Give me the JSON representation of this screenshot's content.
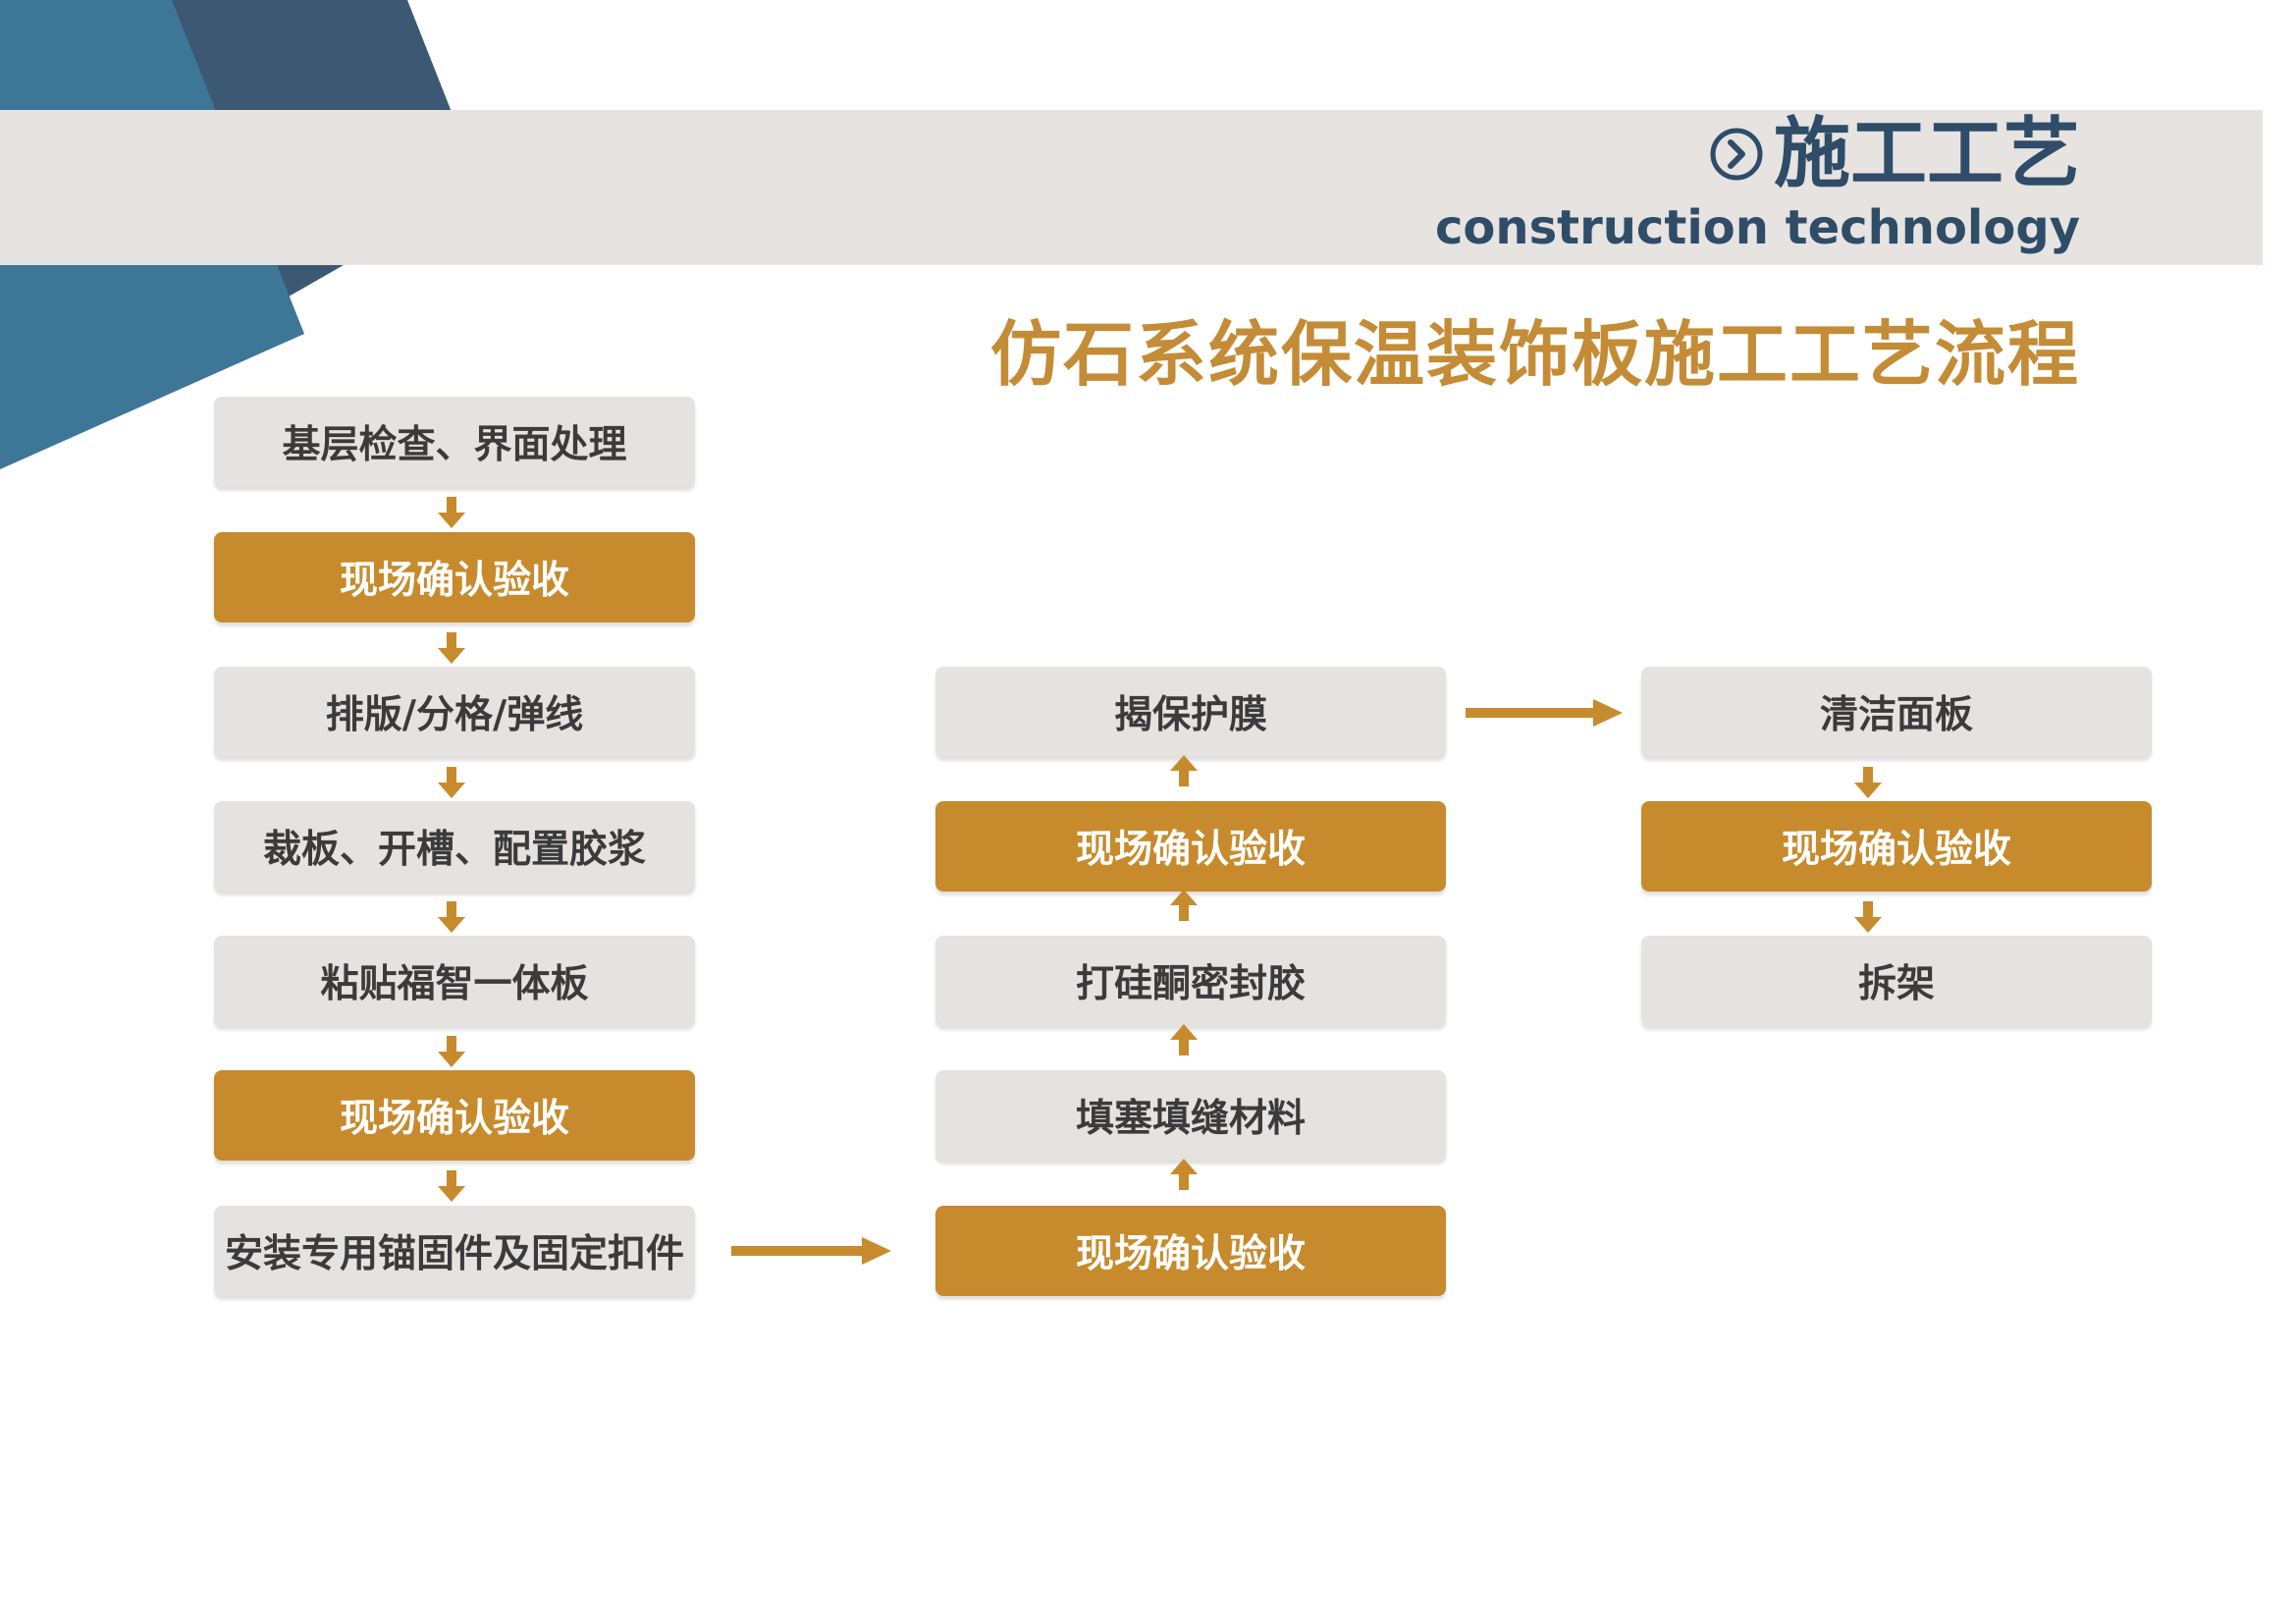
{
  "header": {
    "title": "施工工艺",
    "subtitle": "construction technology",
    "icon": "circle-arrow-right-icon"
  },
  "flow_title": "仿石系统保温装饰板施工工艺流程",
  "colors": {
    "gold": "#c78b2d",
    "grey_box": "#e5e2e0",
    "navy": "#2f4c68",
    "blue": "#3e7698"
  },
  "flow": {
    "column1": [
      {
        "label": "基层检查、界面处理",
        "style": "grey"
      },
      {
        "label": "现场确认验收",
        "style": "gold"
      },
      {
        "label": "排版/分格/弹线",
        "style": "grey"
      },
      {
        "label": "裁板、开槽、配置胶浆",
        "style": "grey"
      },
      {
        "label": "粘贴福智一体板",
        "style": "grey"
      },
      {
        "label": "现场确认验收",
        "style": "gold"
      },
      {
        "label": "安装专用锚固件及固定扣件",
        "style": "grey"
      }
    ],
    "column2": [
      {
        "label": "揭保护膜",
        "style": "grey"
      },
      {
        "label": "现场确认验收",
        "style": "gold"
      },
      {
        "label": "打硅酮密封胶",
        "style": "grey"
      },
      {
        "label": "填塞填缝材料",
        "style": "grey"
      },
      {
        "label": "现场确认验收",
        "style": "gold"
      }
    ],
    "column3": [
      {
        "label": "清洁面板",
        "style": "grey"
      },
      {
        "label": "现场确认验收",
        "style": "gold"
      },
      {
        "label": "拆架",
        "style": "grey"
      }
    ]
  }
}
